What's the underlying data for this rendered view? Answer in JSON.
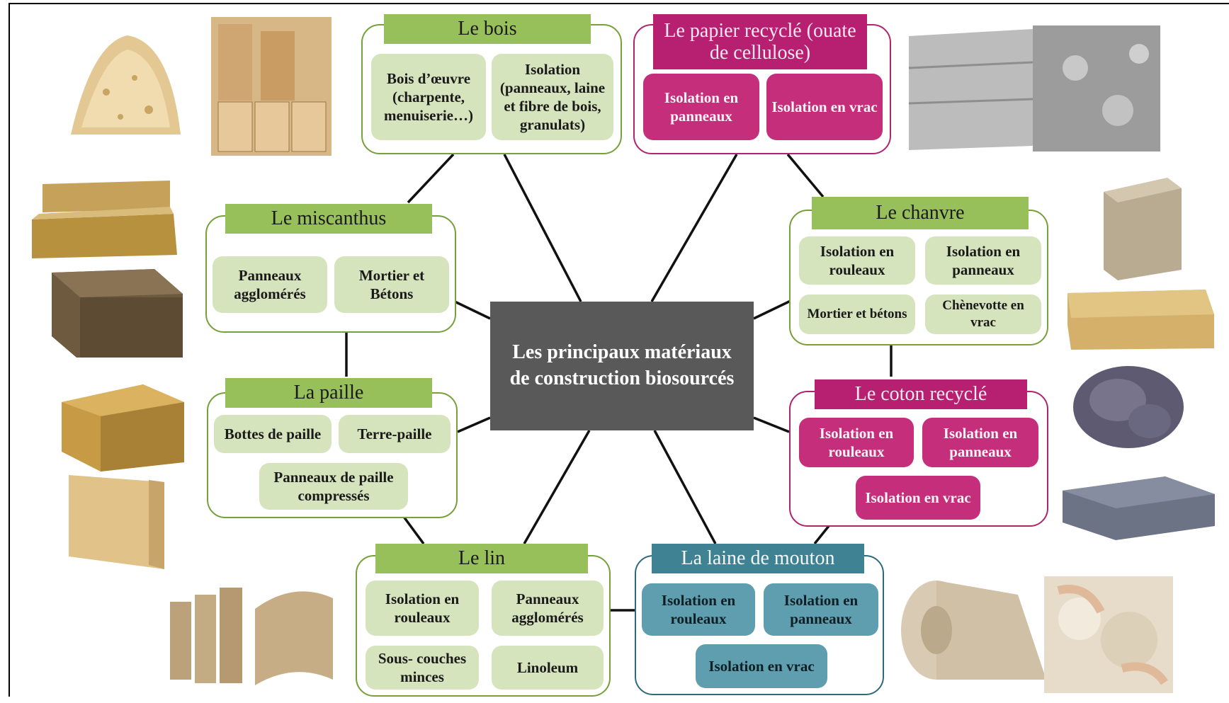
{
  "center": {
    "title": "Les principaux matériaux de construction biosourcés"
  },
  "groups": {
    "bois": {
      "title": "Le bois",
      "items": [
        "Bois d’œuvre (charpente, menuiserie…)",
        "Isolation (panneaux, laine et fibre de bois, granulats)"
      ]
    },
    "papier": {
      "title": "Le papier recyclé (ouate de cellulose)",
      "items": [
        "Isolation en panneaux",
        "Isolation en vrac"
      ]
    },
    "miscanthus": {
      "title": "Le miscanthus",
      "items": [
        "Panneaux agglomérés",
        "Mortier et Bétons"
      ]
    },
    "chanvre": {
      "title": "Le chanvre",
      "items": [
        "Isolation en rouleaux",
        "Isolation en panneaux",
        "Mortier et bétons",
        "Chènevotte en vrac"
      ]
    },
    "paille": {
      "title": "La paille",
      "items": [
        "Bottes de paille",
        "Terre-paille",
        "Panneaux de paille compressés"
      ]
    },
    "coton": {
      "title": "Le coton recyclé",
      "items": [
        "Isolation en rouleaux",
        "Isolation en panneaux",
        "Isolation en vrac"
      ]
    },
    "lin": {
      "title": "Le lin",
      "items": [
        "Isolation en rouleaux",
        "Panneaux agglomérés",
        "Sous- couches minces",
        "Linoleum"
      ]
    },
    "laine": {
      "title": "La laine de mouton",
      "items": [
        "Isolation en rouleaux",
        "Isolation en panneaux",
        "Isolation en vrac"
      ]
    }
  },
  "colors": {
    "green": "#98c05a",
    "green_light": "#d6e4bd",
    "pink": "#b72071",
    "teal": "#3e8294",
    "center": "#595959"
  }
}
